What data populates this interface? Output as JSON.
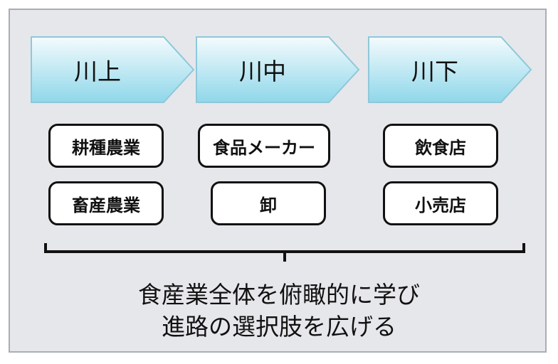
{
  "stages": [
    {
      "label": "川上",
      "items": [
        "耕種農業",
        "畜産農業"
      ]
    },
    {
      "label": "川中",
      "items": [
        "食品メーカー",
        "卸"
      ]
    },
    {
      "label": "川下",
      "items": [
        "飲食店",
        "小売店"
      ]
    }
  ],
  "summary": {
    "line1": "食産業全体を俯瞰的に学び",
    "line2": "進路の選択肢を広げる"
  },
  "colors": {
    "frame_bg": "#e6e7eb",
    "frame_border": "#a9adb6",
    "chevron_top": "#f4fbfd",
    "chevron_bottom": "#8fd7ea",
    "chevron_border": "#8ec8da",
    "outline": "#111111"
  }
}
